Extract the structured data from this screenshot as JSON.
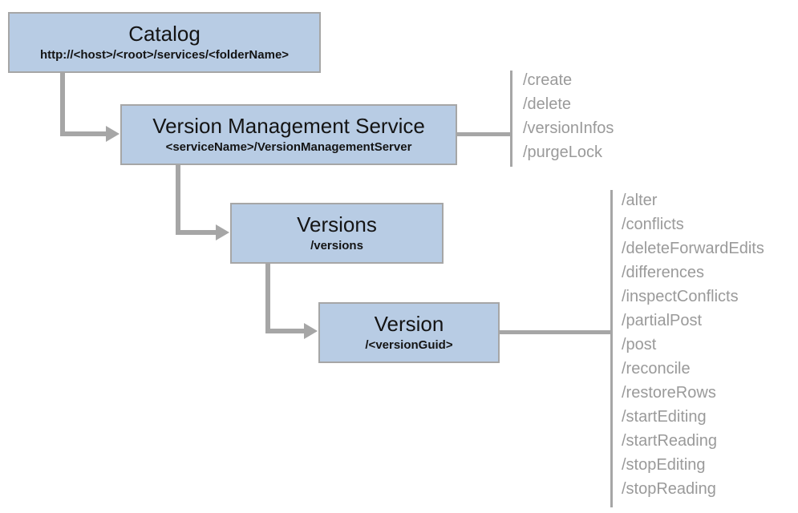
{
  "diagram": {
    "nodes": {
      "catalog": {
        "title": "Catalog",
        "subtitle": "http://<host>/<root>/services/<folderName>"
      },
      "version_management_service": {
        "title": "Version Management Service",
        "subtitle": "<serviceName>/VersionManagementServer"
      },
      "versions": {
        "title": "Versions",
        "subtitle": "/versions"
      },
      "version": {
        "title": "Version",
        "subtitle": "/<versionGuid>"
      }
    },
    "vms_endpoints": [
      "/create",
      "/delete",
      "/versionInfos",
      "/purgeLock"
    ],
    "version_endpoints": [
      "/alter",
      "/conflicts",
      "/deleteForwardEdits",
      "/differences",
      "/inspectConflicts",
      "/partialPost",
      "/post",
      "/reconcile",
      "/restoreRows",
      "/startEditing",
      "/startReading",
      "/stopEditing",
      "/stopReading"
    ],
    "colors": {
      "box_fill": "#b8cce4",
      "box_border": "#a6a6a6",
      "connector": "#a6a6a6",
      "endpoint_text": "#9a9a9a",
      "title_text": "#141414"
    }
  }
}
